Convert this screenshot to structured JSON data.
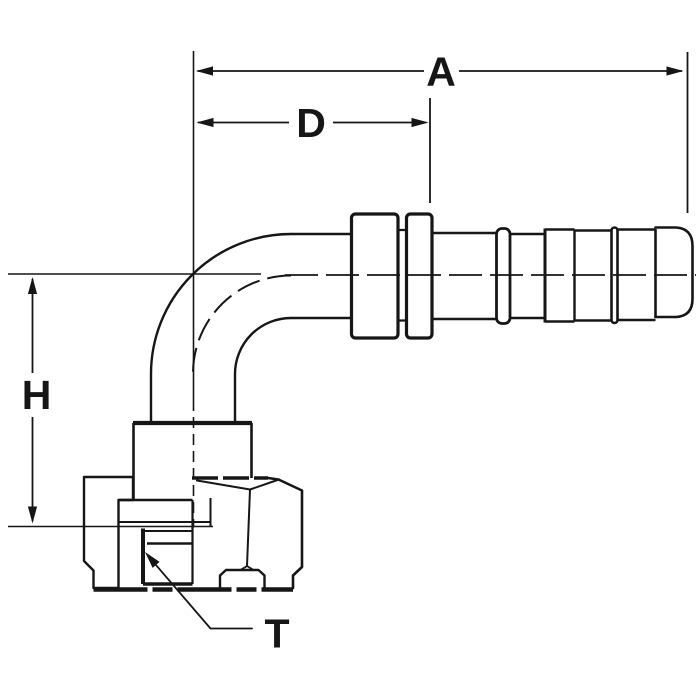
{
  "drawing": {
    "labels": {
      "a": "A",
      "d": "D",
      "h": "H",
      "t": "T"
    },
    "colors": {
      "line": "#161616",
      "background": "#ffffff"
    }
  }
}
